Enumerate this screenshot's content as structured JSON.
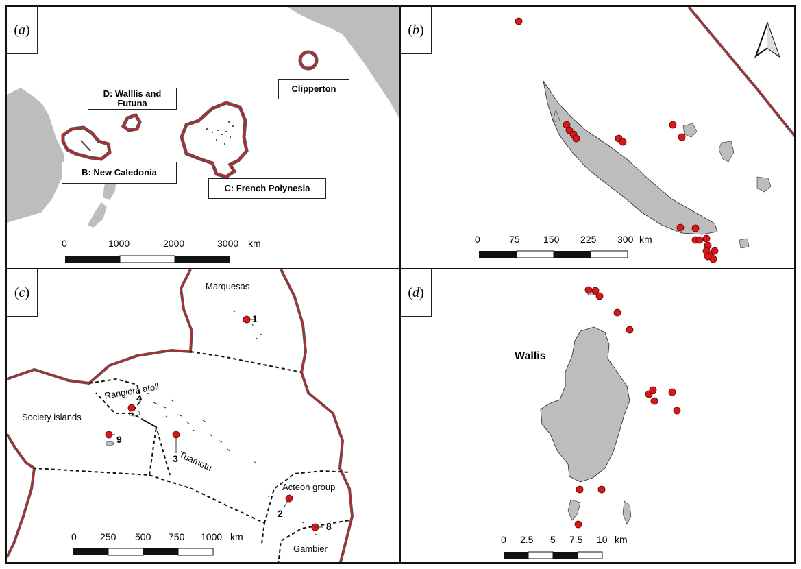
{
  "panels": {
    "a": {
      "label": "a"
    },
    "b": {
      "label": "b"
    },
    "c": {
      "label": "c"
    },
    "d": {
      "label": "d"
    }
  },
  "panel_a": {
    "labels": {
      "wallis": "D: Walllis and Futuna",
      "new_caledonia": "B: New Caledonia",
      "french_polynesia": "C: French Polynesia",
      "clipperton": "Clipperton"
    },
    "scale_ticks": [
      "0",
      "1000",
      "2000",
      "3000"
    ],
    "scale_unit": "km"
  },
  "panel_b": {
    "scale_ticks": [
      "0",
      "75",
      "150",
      "225",
      "300"
    ],
    "scale_unit": "km"
  },
  "panel_c": {
    "labels": {
      "marquesas": "Marquesas",
      "rangiroa": "Rangiora atoll",
      "society": "Society islands",
      "tuamotu": "Tuamotu",
      "acteon": "Acteon group",
      "gambier": "Gambier"
    },
    "site_numbers": [
      "1",
      "4",
      "9",
      "3",
      "2",
      "8"
    ],
    "scale_ticks": [
      "0",
      "250",
      "500",
      "750",
      "1000"
    ],
    "scale_unit": "km"
  },
  "panel_d": {
    "labels": {
      "wallis": "Wallis"
    },
    "scale_ticks": [
      "0",
      "2.5",
      "5",
      "7.5",
      "10"
    ],
    "scale_unit": "km"
  },
  "colors": {
    "land": "#bdbdbd",
    "zone": "#c0262c",
    "dot": "#d7191c",
    "ink": "#111111"
  }
}
